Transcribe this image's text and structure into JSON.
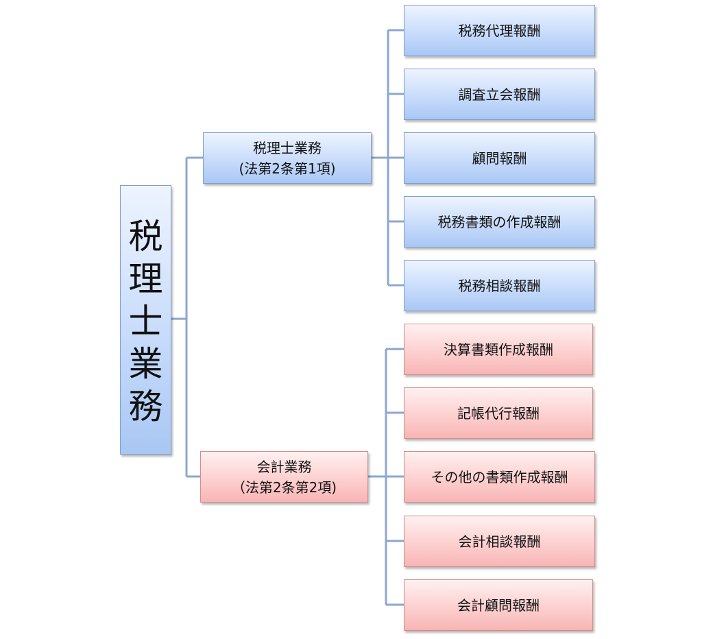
{
  "root": {
    "chars": [
      "税",
      "理",
      "士",
      "業",
      "務"
    ]
  },
  "groups": [
    {
      "id": "tax",
      "line1": "税理士業務",
      "line2": "(法第2条第1項)",
      "items": [
        "税務代理報酬",
        "調査立会報酬",
        "顧問報酬",
        "税務書類の作成報酬",
        "税務相談報酬"
      ]
    },
    {
      "id": "accounting",
      "line1": "会計業務",
      "line2": "（法第2条第2項)",
      "items": [
        "決算書類作成報酬",
        "記帳代行報酬",
        "その他の書類作成報酬",
        "会計相談報酬",
        "会計顧問報酬"
      ]
    }
  ],
  "colors": {
    "connector": "#8ea7cc",
    "blue_border": "#7f9fd0",
    "red_border": "#d98a8a"
  }
}
